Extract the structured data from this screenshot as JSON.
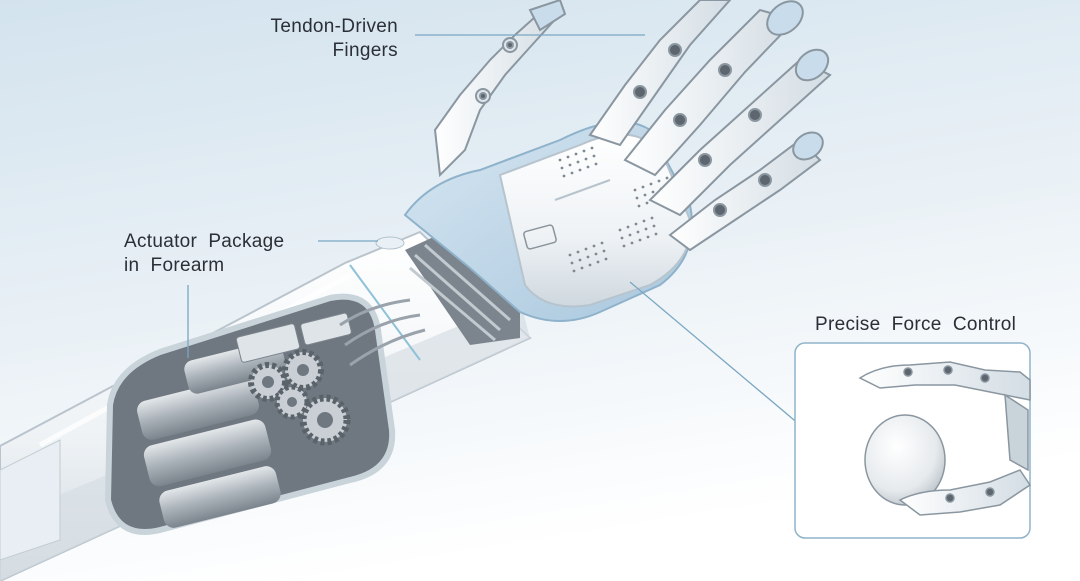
{
  "annotations": {
    "tendon": {
      "line1": "Tendon-Driven",
      "line2": "Fingers"
    },
    "actuator": {
      "line1": "Actuator  Package",
      "line2": "in  Forearm"
    },
    "force": {
      "text": "Precise  Force  Control"
    }
  },
  "colors": {
    "background_top": "#dbe7f0",
    "background_bottom": "#ffffff",
    "shell": "#f4f6f8",
    "accent_blue": "#b9d3e6",
    "metal": "#9aa3ab",
    "dark_metal": "#5d666e",
    "leader_line": "#7aa6c2"
  }
}
